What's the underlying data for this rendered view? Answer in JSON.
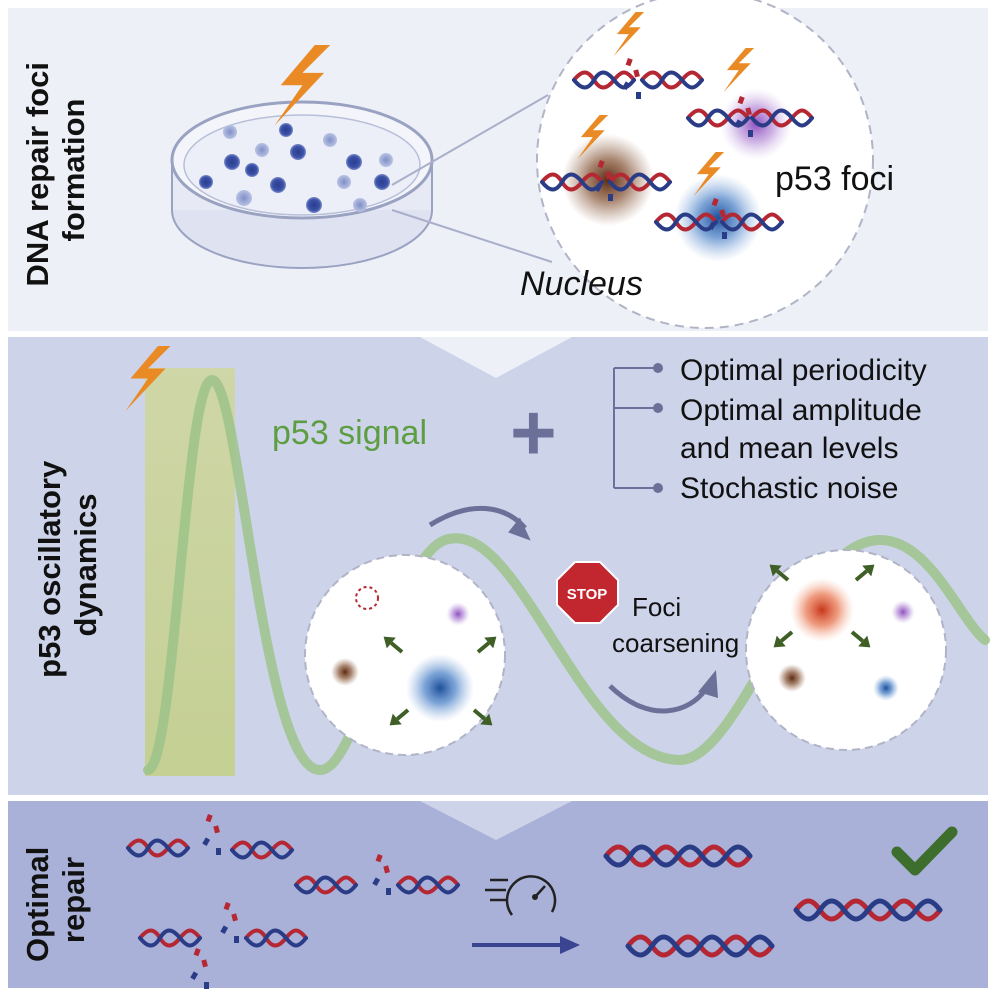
{
  "panels": {
    "top": {
      "title_line1": "DNA repair foci",
      "title_line2": "formation",
      "nucleus_label": "Nucleus",
      "foci_label": "p53 foci"
    },
    "middle": {
      "title_line1": "p53 oscillatory",
      "title_line2": "dynamics",
      "signal_label": "p53 signal",
      "plus_symbol": "+",
      "factors": [
        "Optimal periodicity",
        "Optimal amplitude",
        "and mean levels",
        "Stochastic noise"
      ],
      "stop_sign": "STOP",
      "coarsening_line1": "Foci",
      "coarsening_line2": "coarsening"
    },
    "bottom": {
      "title_line1": "Optimal",
      "title_line2": "repair"
    }
  },
  "colors": {
    "top_bg": "#eef0f8",
    "middle_bg": "#cdd3e9",
    "bottom_bg": "#a9b1d8",
    "signal_green": "#5e9e42",
    "dna_red": "#b42733",
    "dna_blue": "#2b3c87",
    "lightning": "#e98a25",
    "check_green": "#3d6e2e",
    "arrow_green": "#3f5f26",
    "arrow_slate": "#6a7098",
    "stop_red": "#c2262e"
  }
}
